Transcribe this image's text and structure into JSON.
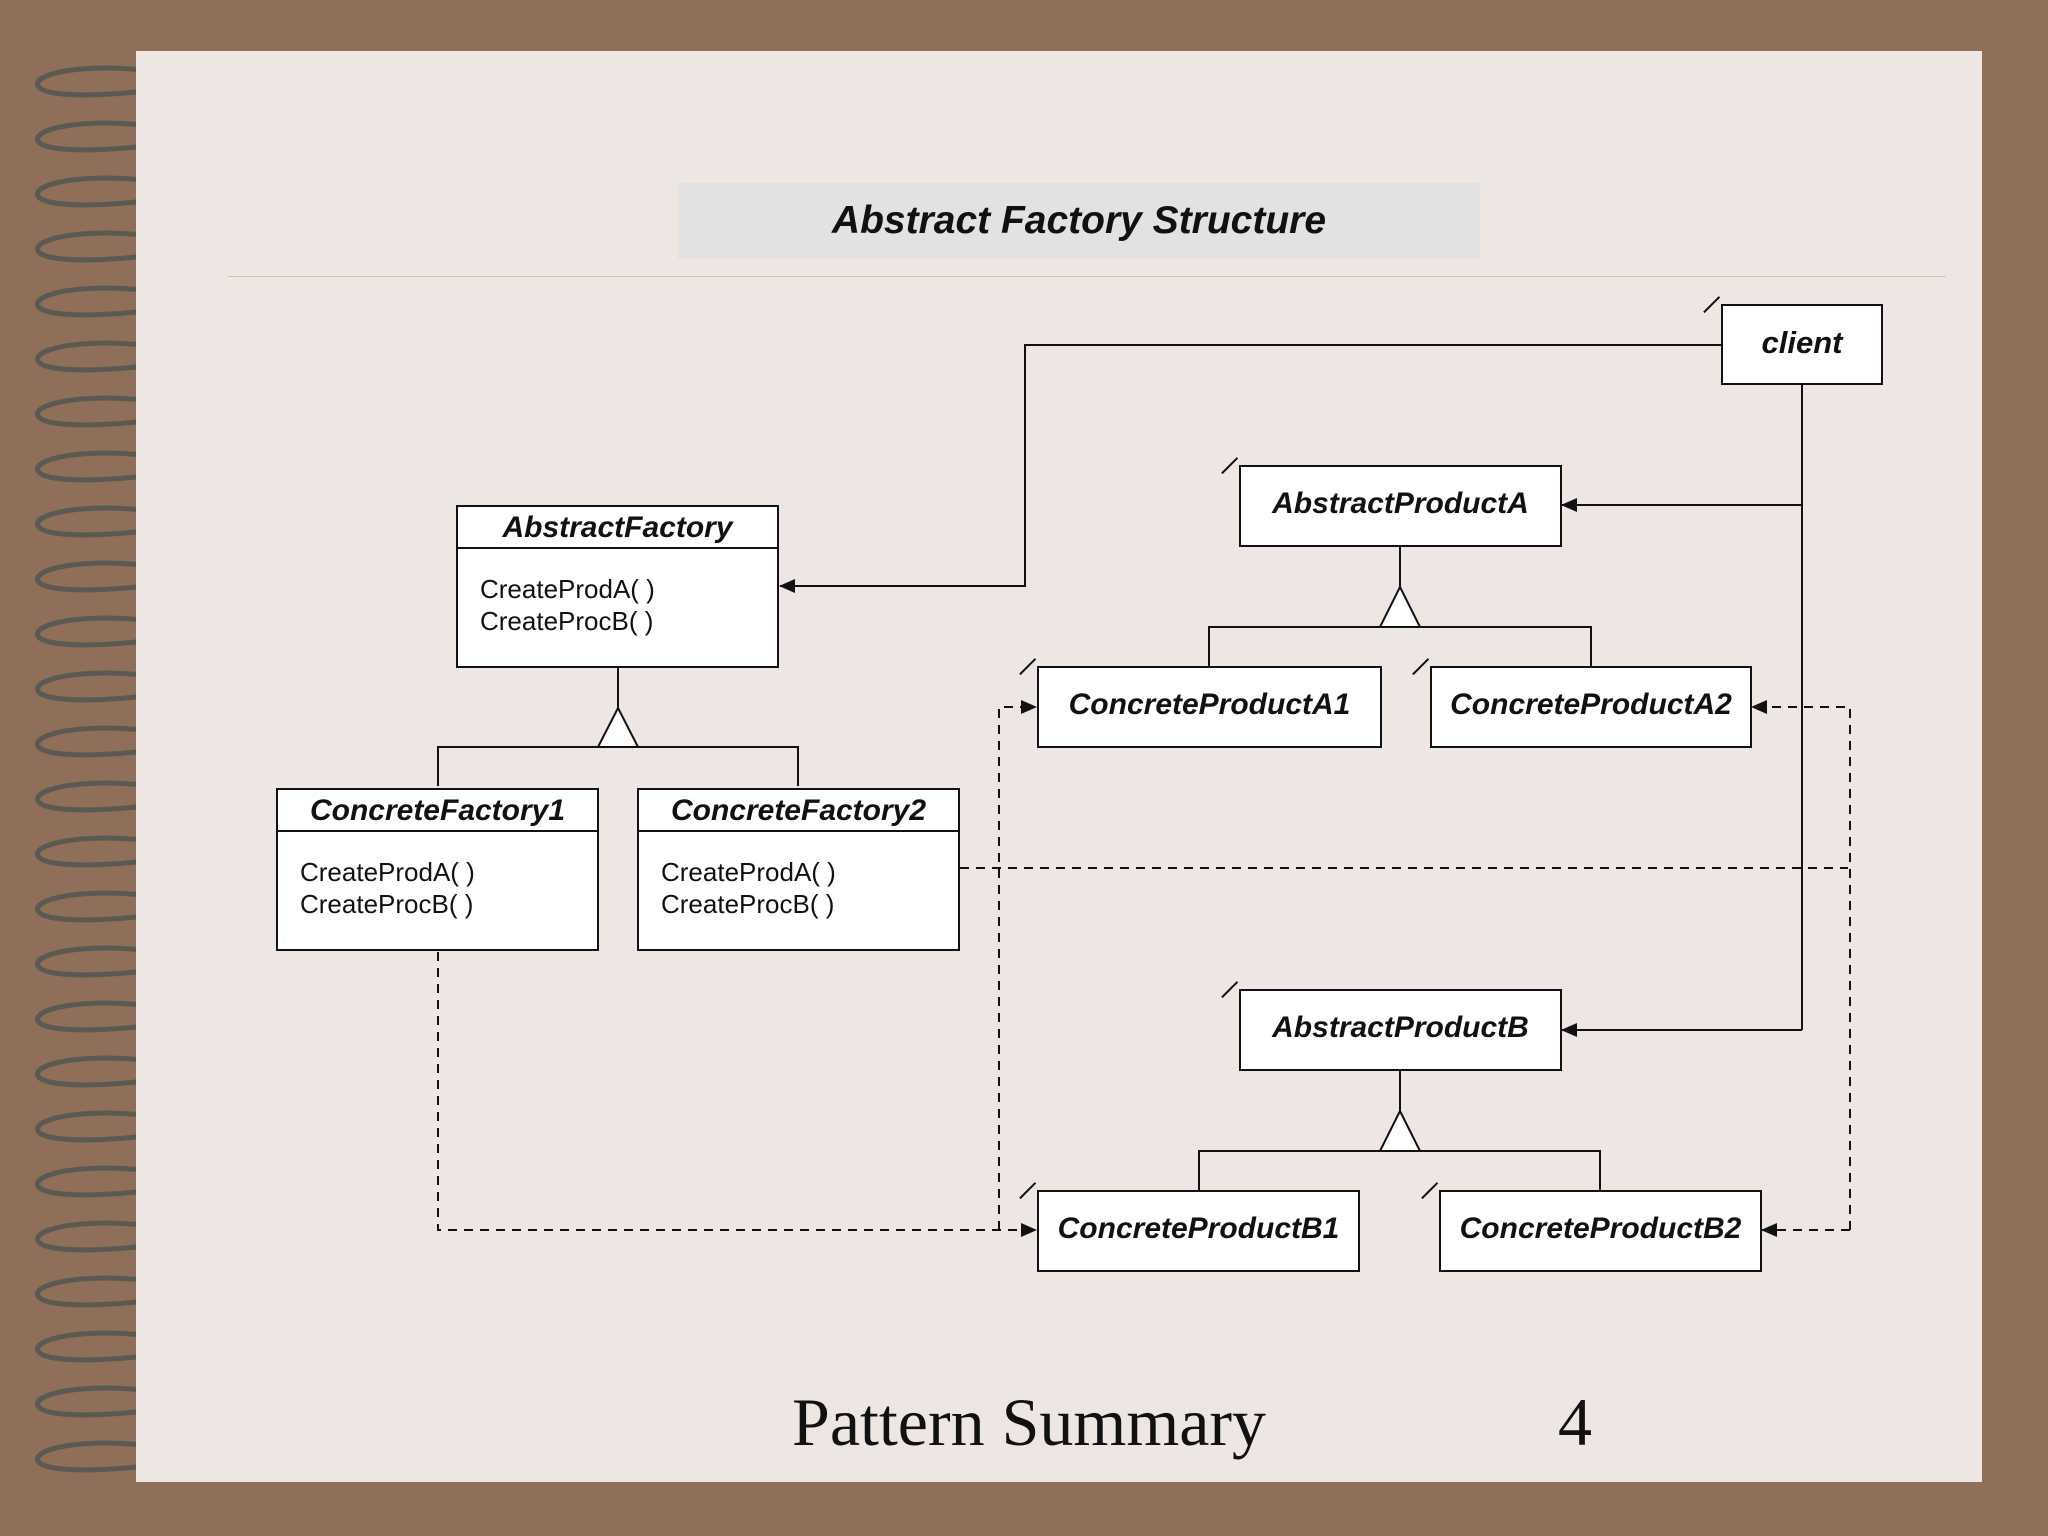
{
  "slide": {
    "title": "Abstract Factory Structure",
    "footer_title": "Pattern Summary",
    "page_number": "4"
  },
  "classes": {
    "abstract_factory": {
      "name": "AbstractFactory",
      "operations": [
        "CreateProdA( )",
        "CreateProcB( )"
      ]
    },
    "concrete_factory_1": {
      "name": "ConcreteFactory1",
      "operations": [
        "CreateProdA( )",
        "CreateProcB( )"
      ]
    },
    "concrete_factory_2": {
      "name": "ConcreteFactory2",
      "operations": [
        "CreateProdA( )",
        "CreateProcB( )"
      ]
    }
  },
  "participants": {
    "client": "client",
    "abstract_product_a": "AbstractProductA",
    "concrete_product_a1": "ConcreteProductA1",
    "concrete_product_a2": "ConcreteProductA2",
    "abstract_product_b": "AbstractProductB",
    "concrete_product_b1": "ConcreteProductB1",
    "concrete_product_b2": "ConcreteProductB2"
  },
  "relationships": [
    {
      "from": "client",
      "to": "AbstractFactory",
      "kind": "association"
    },
    {
      "from": "client",
      "to": "AbstractProductA",
      "kind": "association"
    },
    {
      "from": "client",
      "to": "AbstractProductB",
      "kind": "association"
    },
    {
      "from": "ConcreteFactory1",
      "to": "AbstractFactory",
      "kind": "inheritance"
    },
    {
      "from": "ConcreteFactory2",
      "to": "AbstractFactory",
      "kind": "inheritance"
    },
    {
      "from": "ConcreteProductA1",
      "to": "AbstractProductA",
      "kind": "inheritance"
    },
    {
      "from": "ConcreteProductA2",
      "to": "AbstractProductA",
      "kind": "inheritance"
    },
    {
      "from": "ConcreteProductB1",
      "to": "AbstractProductB",
      "kind": "inheritance"
    },
    {
      "from": "ConcreteProductB2",
      "to": "AbstractProductB",
      "kind": "inheritance"
    },
    {
      "from": "ConcreteFactory1",
      "to": "ConcreteProductA1",
      "kind": "creates"
    },
    {
      "from": "ConcreteFactory1",
      "to": "ConcreteProductB1",
      "kind": "creates"
    },
    {
      "from": "ConcreteFactory2",
      "to": "ConcreteProductA2",
      "kind": "creates"
    },
    {
      "from": "ConcreteFactory2",
      "to": "ConcreteProductB2",
      "kind": "creates"
    }
  ],
  "colors": {
    "background": "#8f6f5a",
    "paper": "#ede6e3",
    "title_band": "#e3e1e2",
    "ink": "#111111"
  }
}
